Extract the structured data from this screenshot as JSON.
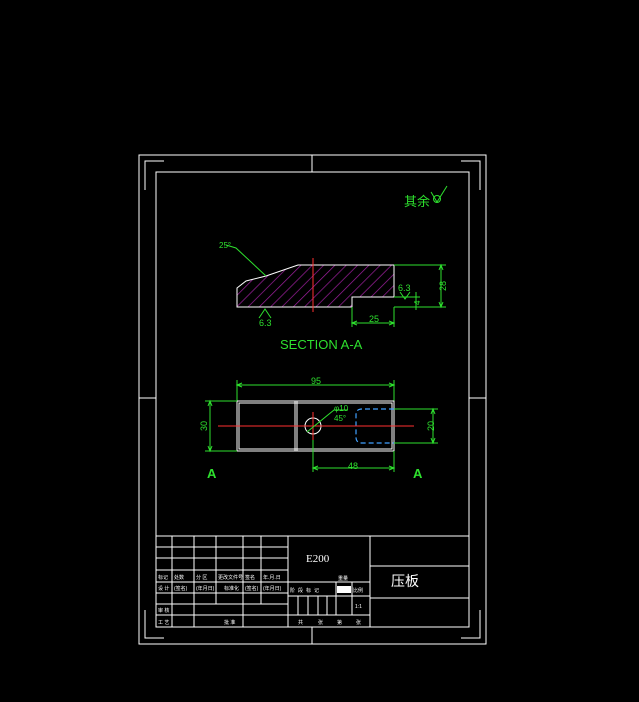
{
  "annotations": {
    "remaining_roughness": "其余",
    "chamfer_angle": "25°",
    "roughness_left": "6.3",
    "roughness_right": "6.3",
    "section_title": "SECTION A-A"
  },
  "dimensions": {
    "height": "28",
    "step_width": "25",
    "step_height": "4",
    "length": "95",
    "width": "30",
    "slot_width": "20",
    "hole_position": "48",
    "hole_diameter": "φ10",
    "hole_angle": "45°"
  },
  "section_markers": {
    "left": "A",
    "right": "A"
  },
  "title_block": {
    "material": "E200",
    "part_name": "压板",
    "scale": "1:1",
    "labels": {
      "row_a": [
        "标记",
        "处数",
        "分 区",
        "更改文件号",
        "签名",
        "年.月.日"
      ],
      "row_b": [
        "设 计",
        "(签名)",
        "(年月日)",
        "标准化",
        "(签名)",
        "(年月日)"
      ],
      "row_c": [
        "审 核"
      ],
      "row_d": [
        "工 艺",
        "批 准"
      ],
      "stage_row": [
        "阶",
        "段",
        "标",
        "记",
        "重量",
        "比例"
      ],
      "sheet_row": [
        "共",
        "张",
        "第",
        "张"
      ]
    }
  }
}
